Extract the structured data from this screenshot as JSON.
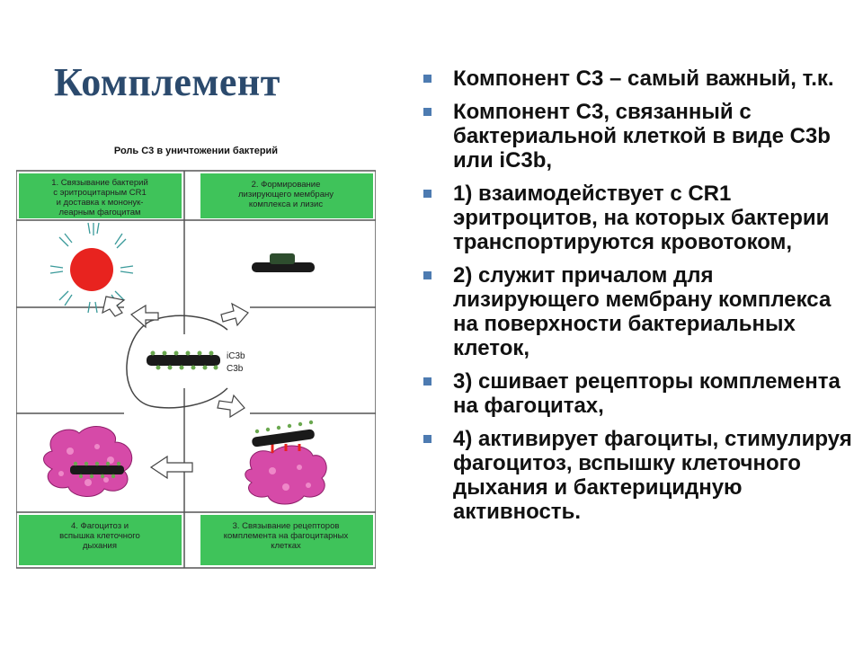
{
  "slide": {
    "title": "Комплемент",
    "bullets": [
      "Компонент С3 – самый важный, т.к.",
      "Компонент С3, связанный с бактериальной клеткой в виде С3b или iC3b,",
      "1) взаимодействует с CR1 эритроцитов, на которых бактерии транспортируются кровотоком,",
      "2) служит причалом для лизирующего мембрану комплекса на поверхности бактериальных клеток,",
      "3) сшивает рецепторы комплемента на фагоцитах,",
      "4) активирует фагоциты, стимулируя фагоцитоз, вспышку клеточного дыхания и бактерицидную активность."
    ],
    "bullet_color": "#4d7bb1",
    "title_color": "#2b4a6d"
  },
  "figure": {
    "caption": "Роль С3 в уничтожении бактерий",
    "panels": [
      {
        "lines": [
          "1. Связывание бактерий",
          "с эритроцитарным CR1",
          "и доставка к мононук-",
          "леарным фагоцитам"
        ]
      },
      {
        "lines": [
          "2. Формирование",
          "лизирующего мембрану",
          "комплекса и лизис"
        ]
      },
      {
        "lines": [
          "4. Фагоцитоз и",
          "вспышка клеточного",
          "дыхания"
        ]
      },
      {
        "lines": [
          "3. Связывание рецепторов",
          "комплемента на фагоцитарных",
          "клетках"
        ]
      }
    ],
    "molecule_labels": [
      "iC3b",
      "C3b"
    ],
    "colors": {
      "panel_green": "#3fc35a",
      "erythrocyte_red": "#e8231f",
      "phagocyte_magenta": "#d64aa8",
      "bacterium_black": "#1a1a1a",
      "ligand_green": "#6aa84f"
    }
  }
}
